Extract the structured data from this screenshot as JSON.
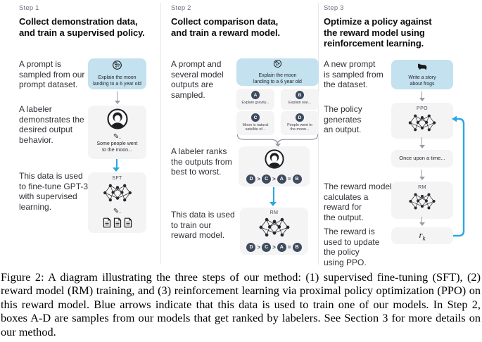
{
  "colors": {
    "prompt_box_bg": "#c3e1ee",
    "model_box_bg": "#f4f4f5",
    "dark_circle": "#3e4a5e",
    "train_arrow_blue": "#29a8e0",
    "flow_arrow_grey": "#9b9bab"
  },
  "glyphs": {
    "pencil": "✎."
  },
  "icons": {
    "step1_prompt": "moon-icon",
    "step2_prompt": "moon-icon",
    "step3_prompt": "frog-icon",
    "labeler": "person-avatar-icon",
    "model": "neural-net-icon",
    "documents": "documents-icon"
  },
  "step1": {
    "label": "Step 1",
    "heading": [
      "Collect demonstration data,",
      "and train a supervised policy."
    ],
    "texts": {
      "prompt": [
        "A prompt is",
        "sampled from our",
        "prompt dataset."
      ],
      "labeler": [
        "A labeler",
        "demonstrates the",
        "desired output",
        "behavior."
      ],
      "finetune": [
        "This data is used",
        "to fine-tune GPT-3",
        "with supervised",
        "learning."
      ]
    },
    "prompt_box": [
      "Explain the moon",
      "landing to a 6 year old"
    ],
    "demo_box": [
      "Some people went",
      "to the moon..."
    ],
    "sft_label": "SFT"
  },
  "step2": {
    "label": "Step 2",
    "heading": [
      "Collect comparison data,",
      "and train a reward model."
    ],
    "texts": {
      "sampled": [
        "A prompt and",
        "several model",
        "outputs are",
        "sampled."
      ],
      "ranks": [
        "A labeler ranks",
        "the outputs from",
        "best to worst."
      ],
      "train": [
        "This data is used",
        "to train our",
        "reward model."
      ]
    },
    "prompt_box": [
      "Explain the moon",
      "landing to a 6 year old"
    ],
    "samples": [
      {
        "id": "A",
        "text": [
          "Explain gravity..."
        ]
      },
      {
        "id": "B",
        "text": [
          "Explain war..."
        ]
      },
      {
        "id": "C",
        "text": [
          "Moon is natural",
          "satellite of..."
        ]
      },
      {
        "id": "D",
        "text": [
          "People went to",
          "the moon..."
        ]
      }
    ],
    "ranking": [
      "D",
      ">",
      "C",
      ">",
      "A",
      "=",
      "B"
    ],
    "rm_label": "RM"
  },
  "step3": {
    "label": "Step 3",
    "heading": [
      "Optimize a policy against",
      "the reward model using",
      "reinforcement learning."
    ],
    "texts": {
      "new_prompt": [
        "A new prompt",
        "is sampled from",
        "the dataset."
      ],
      "policy": [
        "The policy",
        "generates",
        "an output."
      ],
      "reward_calc": [
        "The reward model",
        "calculates a",
        "reward for",
        "the output."
      ],
      "update": [
        "The reward is",
        "used to update",
        "the policy",
        "using PPO."
      ]
    },
    "prompt_box": [
      "Write a story",
      "about frogs"
    ],
    "ppo_label": "PPO",
    "output_box": "Once upon a time...",
    "rm_label": "RM",
    "reward": {
      "symbol": "r",
      "subscript": "k"
    }
  },
  "caption": "Figure 2: A diagram illustrating the three steps of our method: (1) supervised fine-tuning (SFT), (2) reward model (RM) training, and (3) reinforcement learning via proximal policy optimization (PPO) on this reward model. Blue arrows indicate that this data is used to train one of our models. In Step 2, boxes A-D are samples from our models that get ranked by labelers. See Section 3 for more details on our method."
}
